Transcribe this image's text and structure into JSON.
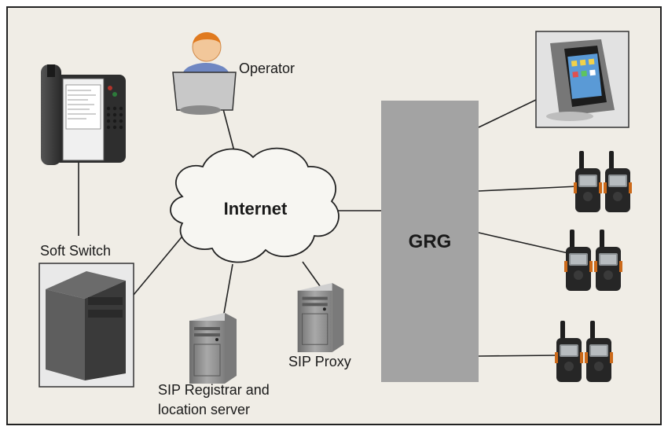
{
  "labels": {
    "internet": "Internet",
    "grg": "GRG",
    "operator": "Operator",
    "soft_switch": "Soft Switch",
    "sip_proxy": "SIP Proxy",
    "sip_registrar_line1": "SIP Registrar and",
    "sip_registrar_line2": "location server"
  },
  "colors": {
    "background": "#f0ede6",
    "grg_block": "#a3a3a3",
    "line": "#222222"
  },
  "icons": [
    "desk-phone-icon",
    "operator-person-icon",
    "monitor-icon",
    "server-icon",
    "smartphone-icon",
    "walkie-talkie-icon"
  ]
}
